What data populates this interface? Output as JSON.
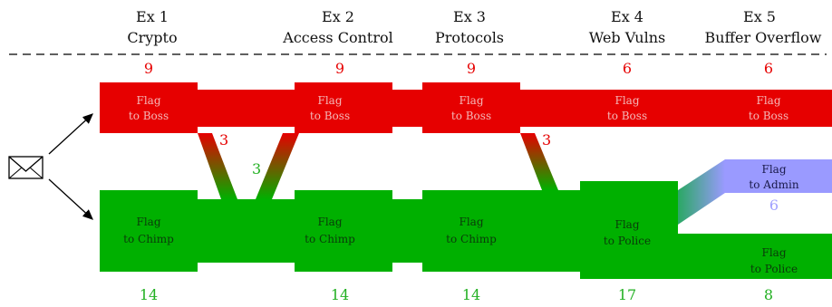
{
  "exercises": [
    {
      "num": "Ex 1",
      "name": "Crypto"
    },
    {
      "num": "Ex 2",
      "name": "Access Control"
    },
    {
      "num": "Ex 3",
      "name": "Protocols"
    },
    {
      "num": "Ex 4",
      "name": "Web Vulns"
    },
    {
      "num": "Ex 5",
      "name": "Buffer Overflow"
    }
  ],
  "counts": {
    "boss": [
      "9",
      "9",
      "9",
      "6",
      "6"
    ],
    "bottom": [
      "14",
      "14",
      "14",
      "17",
      "8"
    ],
    "admin": "6"
  },
  "transfers": {
    "t1": "3",
    "t2": "3",
    "t3": "3"
  },
  "nodes": {
    "boss": {
      "line1": "Flag",
      "line2": "to Boss"
    },
    "chimp": {
      "line1": "Flag",
      "line2": "to Chimp"
    },
    "police": {
      "line1": "Flag",
      "line2": "to Police"
    },
    "admin": {
      "line1": "Flag",
      "line2": "to Admin"
    }
  },
  "colors": {
    "boss": "#e60000",
    "good": "#00b000",
    "admin": "#9a9aff",
    "admin_text": "#a0a0ff"
  },
  "icons": {
    "source": "envelope-icon"
  }
}
